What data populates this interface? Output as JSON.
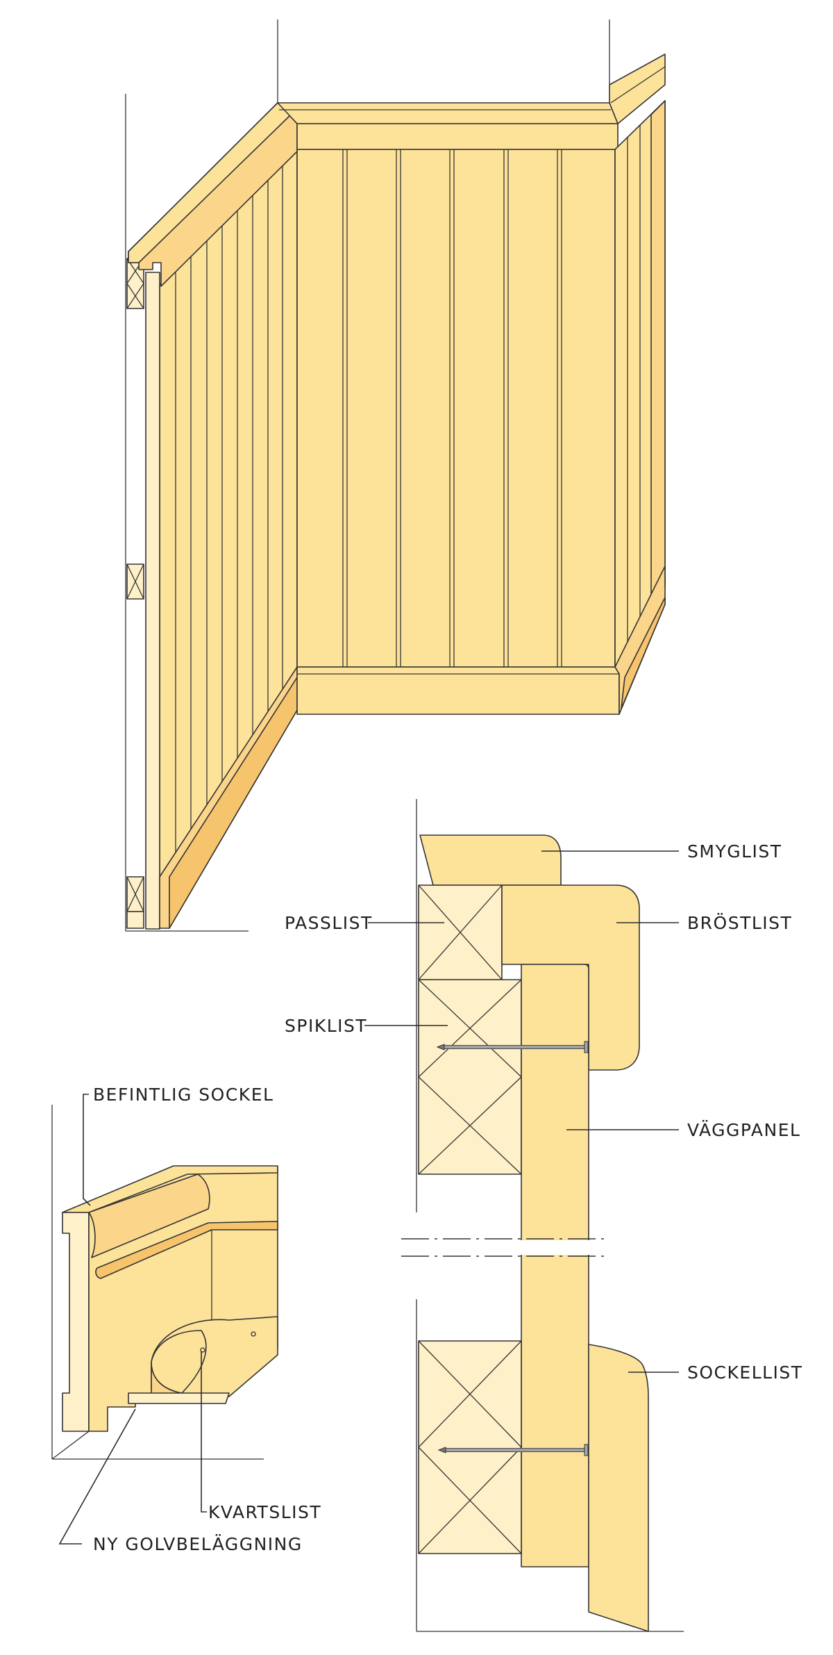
{
  "labels": {
    "smyglist": "SMYGLIST",
    "brostlist": "BRÖSTLIST",
    "passlist": "PASSLIST",
    "spiklist": "SPIKLIST",
    "vaggpanel": "VÄGGPANEL",
    "sockellist": "SOCKELLIST",
    "befintlig_sockel": "BEFINTLIG SOCKEL",
    "kvartslist": "KVARTSLIST",
    "ny_golvbelaggning": "NY GOLVBELÄGGNING"
  },
  "colors": {
    "panel": "#fde39a",
    "panel_light": "#fef0c8",
    "panel_side": "#fbd58a",
    "shadow": "#f7c46e",
    "outline": "#333333",
    "nail": "#9a9a9a"
  }
}
